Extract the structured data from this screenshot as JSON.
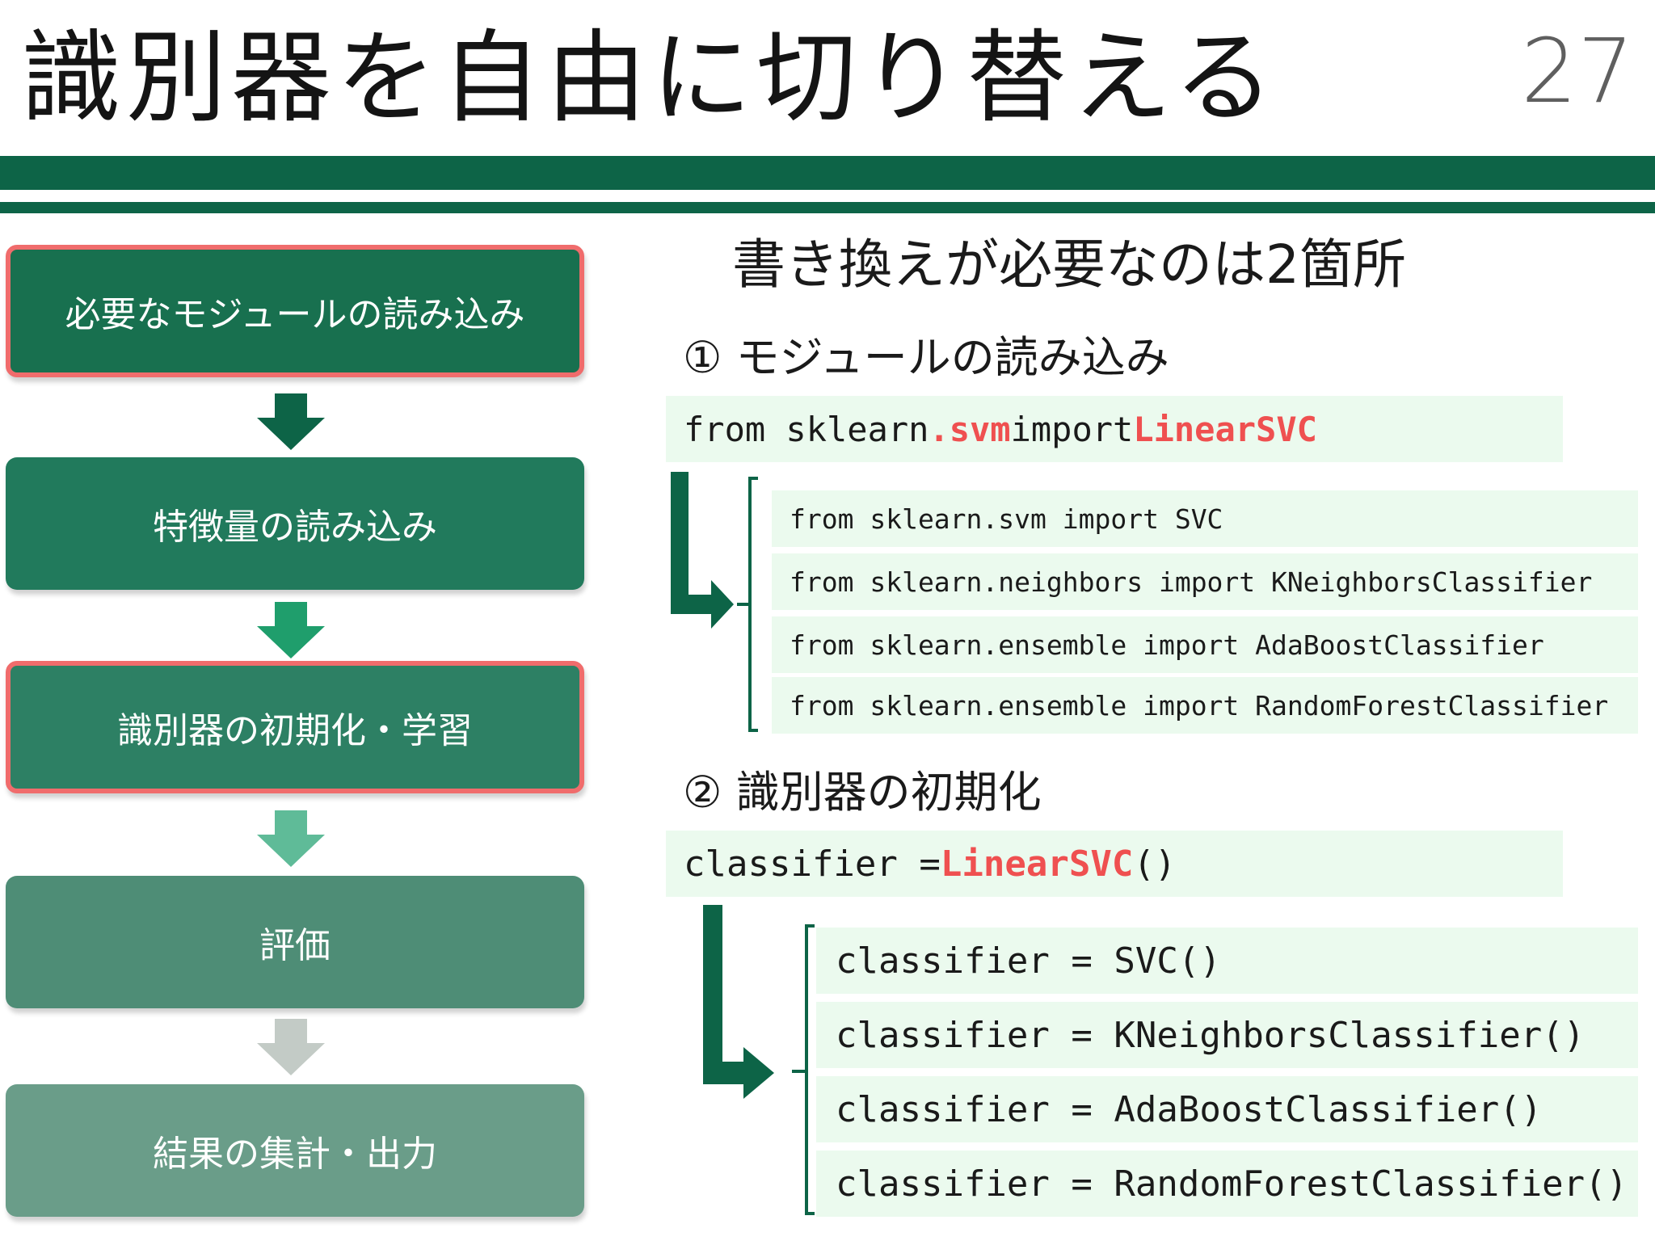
{
  "slide": {
    "title": "識別器を自由に切り替える",
    "page_number": "27"
  },
  "flow": {
    "steps": [
      {
        "label": "必要なモジュールの読み込み",
        "color": "#18704f",
        "highlighted": true
      },
      {
        "label": "特徴量の読み込み",
        "color": "#217a5c",
        "highlighted": false
      },
      {
        "label": "識別器の初期化・学習",
        "color": "#2d8064",
        "highlighted": true
      },
      {
        "label": "評価",
        "color": "#4e8d76",
        "highlighted": false
      },
      {
        "label": "結果の集計・出力",
        "color": "#6a9d89",
        "highlighted": false
      }
    ],
    "arrow_colors": [
      "#0d6447",
      "#1f9e6c",
      "#5fbb98",
      "#c3cbc6"
    ]
  },
  "content": {
    "subtitle": "書き換えが必要なのは2箇所",
    "section1": {
      "heading": "① モジュールの読み込み",
      "main_code": {
        "part1": "from sklearn",
        "part2": ".svm",
        "part3": " import ",
        "part4": "LinearSVC"
      },
      "alternatives": [
        "from sklearn.svm import SVC",
        "from sklearn.neighbors import KNeighborsClassifier",
        "from sklearn.ensemble import AdaBoostClassifier",
        "from sklearn.ensemble import RandomForestClassifier"
      ]
    },
    "section2": {
      "heading": "② 識別器の初期化",
      "main_code": {
        "part1": "classifier = ",
        "part2": "LinearSVC",
        "part3": "()"
      },
      "alternatives": [
        "classifier = SVC()",
        "classifier = KNeighborsClassifier()",
        "classifier = AdaBoostClassifier()",
        "classifier = RandomForestClassifier()"
      ]
    }
  },
  "colors": {
    "accent_green": "#0d6447",
    "highlight_red": "#ef5050",
    "code_background": "#ebfaee"
  }
}
